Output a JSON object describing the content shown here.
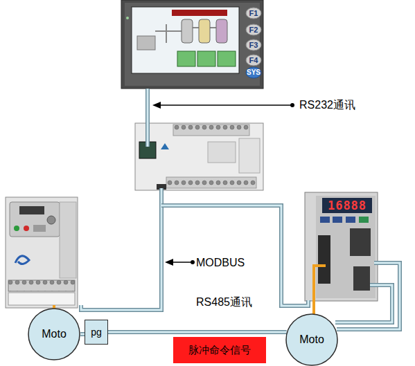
{
  "diagram": {
    "nodes": [
      {
        "text": [
          "Moto"
        ]
      },
      {
        "text": [
          "pg"
        ]
      },
      {
        "text": [
          "脉冲命令信号"
        ]
      },
      {
        "text": [
          "Moto"
        ]
      }
    ],
    "edges": [
      {
        "from": 0,
        "to": 1,
        "arrow": "none"
      },
      {
        "from": 1,
        "to": 3,
        "arrow": "none"
      }
    ],
    "labels": [
      "F1",
      "F2",
      "F3",
      "F4",
      "SYS",
      "RS232通讯",
      "16888",
      "MODBUS",
      "RS485通讯"
    ]
  }
}
